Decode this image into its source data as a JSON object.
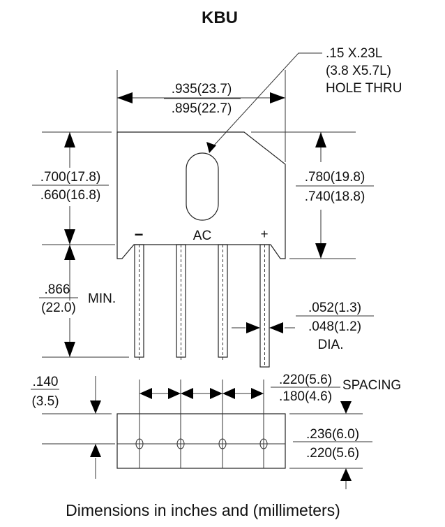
{
  "title": "KBU",
  "hole": {
    "line1": ".15   X.23L",
    "line2": "(3.8   X5.7L)",
    "line3": "HOLE THRU"
  },
  "width_dim": {
    "max": ".935(23.7)",
    "min": ".895(22.7)"
  },
  "body_height_left": {
    "max": ".700(17.8)",
    "min": ".660(16.8)"
  },
  "body_height_right": {
    "max": ".780(19.8)",
    "min": ".740(18.8)"
  },
  "pin_labels": {
    "neg": "−",
    "ac": "AC",
    "pos": "+"
  },
  "lead_length": {
    "value": ".866",
    "mm": "(22.0)",
    "suffix": "MIN."
  },
  "lead_dia": {
    "max": ".052(1.3)",
    "min": ".048(1.2)",
    "suffix": "DIA."
  },
  "offset": {
    "value": ".140",
    "mm": "(3.5)"
  },
  "spacing": {
    "max": ".220(5.6)",
    "min": ".180(4.6)",
    "suffix": "SPACING"
  },
  "thickness": {
    "max": ".236(6.0)",
    "min": ".220(5.6)"
  },
  "footer": "Dimensions in inches and (millimeters)"
}
